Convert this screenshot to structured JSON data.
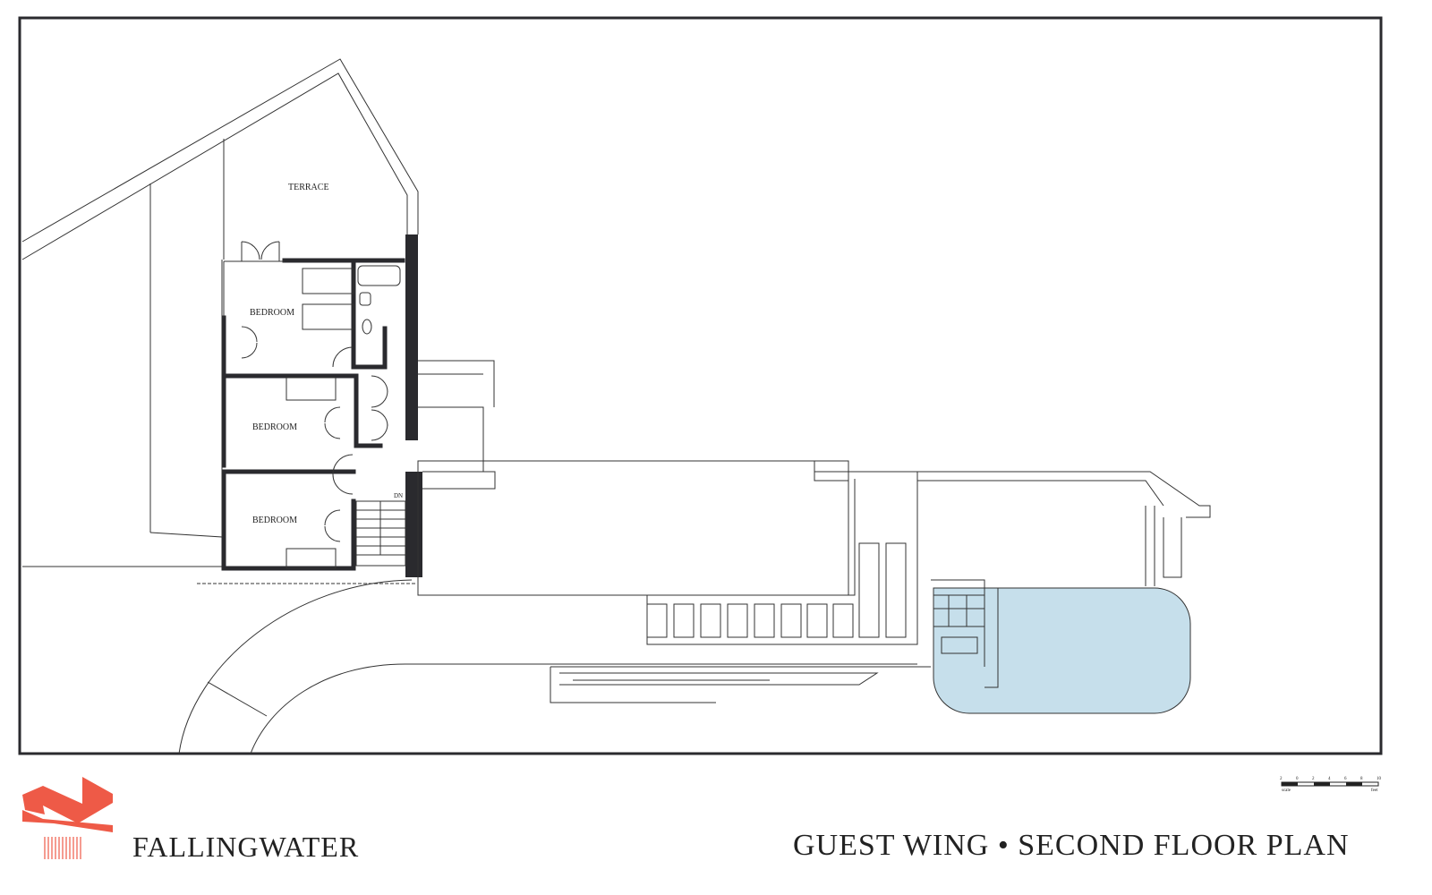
{
  "plan": {
    "rooms": {
      "terrace": "TERRACE",
      "bedroom_1": "BEDROOM",
      "bedroom_2": "BEDROOM",
      "bedroom_3": "BEDROOM",
      "stair_label": "DN"
    },
    "pool_color": "#c6dfeb",
    "wall_color": "#2a2a2e"
  },
  "scale_bar": {
    "ticks": [
      "2",
      "0",
      "2",
      "4",
      "6",
      "8",
      "10"
    ],
    "label_left": "scale",
    "label_right": "feet"
  },
  "footer": {
    "logo_text": "FALLINGWATER",
    "logo_color": "#ee5a47",
    "sheet_title": "GUEST WING • SECOND FLOOR PLAN"
  }
}
